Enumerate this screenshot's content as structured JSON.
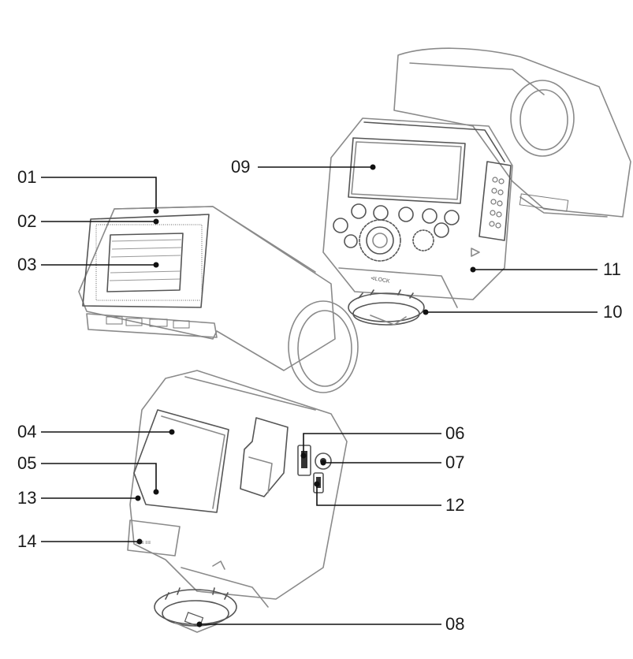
{
  "callouts": [
    {
      "id": "01",
      "label": "01"
    },
    {
      "id": "02",
      "label": "02"
    },
    {
      "id": "03",
      "label": "03"
    },
    {
      "id": "04",
      "label": "04"
    },
    {
      "id": "05",
      "label": "05"
    },
    {
      "id": "06",
      "label": "06"
    },
    {
      "id": "07",
      "label": "07"
    },
    {
      "id": "08",
      "label": "08"
    },
    {
      "id": "09",
      "label": "09"
    },
    {
      "id": "10",
      "label": "10"
    },
    {
      "id": "11",
      "label": "11"
    },
    {
      "id": "12",
      "label": "12"
    },
    {
      "id": "13",
      "label": "13"
    },
    {
      "id": "14",
      "label": "14"
    }
  ],
  "colors": {
    "line": "#111111",
    "outline": "#8a8a8a",
    "background": "#ffffff"
  }
}
